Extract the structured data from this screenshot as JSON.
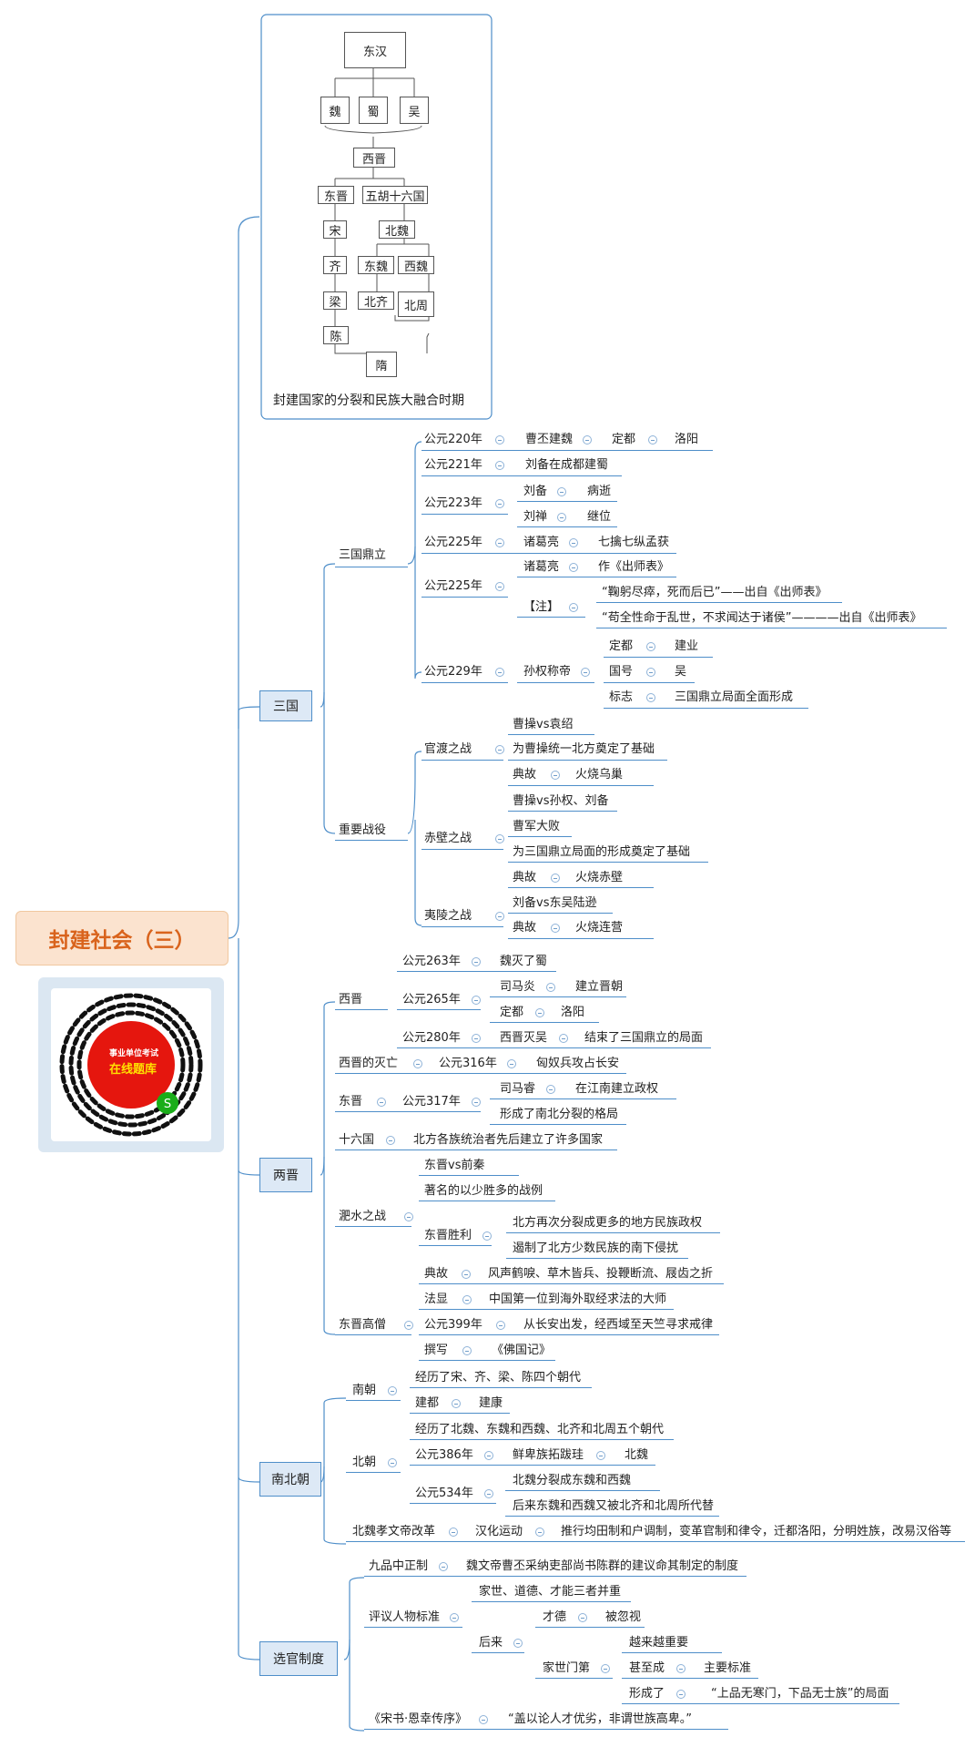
{
  "root": "封建社会（三）",
  "qr": {
    "line1": "事业单位考试",
    "line2": "在线题库"
  },
  "diagram": {
    "caption": "封建国家的分裂和民族大融合时期",
    "boxes": {
      "donghan": "东汉",
      "wei": "魏",
      "shu": "蜀",
      "wu": "吴",
      "xijin": "西晋",
      "dongjin": "东晋",
      "wuhu": "五胡十六国",
      "song": "宋",
      "beiwei": "北魏",
      "qi": "齐",
      "dongwei": "东魏",
      "xiwei": "西魏",
      "liang": "梁",
      "beiqi": "北齐",
      "beizhou": "北周",
      "chen": "陈",
      "sui": "隋"
    }
  },
  "branches": {
    "sanguo": "三国",
    "liangjin": "两晋",
    "nanbeichao": "南北朝",
    "xuanguan": "选官制度"
  },
  "sanguo": {
    "dingli": "三国鼎立",
    "y220": "公元220年",
    "caopi": "曹丕建魏",
    "dingdu": "定都",
    "luoyang": "洛阳",
    "y221": "公元221年",
    "liubei_sh": "刘备在成都建蜀",
    "y223": "公元223年",
    "liubei": "刘备",
    "bingshi": "病逝",
    "liushan": "刘禅",
    "jiwei": "继位",
    "y225a": "公元225年",
    "zhuge": "诸葛亮",
    "qiqin": "七擒七纵孟获",
    "y225b": "公元225年",
    "zhuge2": "诸葛亮",
    "zuo": "作《出师表》",
    "zhu": "【注】",
    "note1": "“鞠躬尽瘁，死而后已”——出自《出师表》",
    "note2": "“苟全性命于乱世，不求闻达于诸侯”————出自《出师表》",
    "y229": "公元229年",
    "sunquan": "孙权称帝",
    "dingdu2": "定都",
    "jianye": "建业",
    "guohao": "国号",
    "wu": "吴",
    "biaozhi": "标志",
    "xingcheng": "三国鼎立局面全面形成",
    "zhanyi": "重要战役",
    "guandu": "官渡之战",
    "gd1": "曹操vs袁绍",
    "gd2": "为曹操统一北方奠定了基础",
    "diangu": "典故",
    "gd3": "火烧乌巢",
    "chibi": "赤壁之战",
    "cb1": "曹操vs孙权、刘备",
    "cb2": "曹军大败",
    "cb3": "为三国鼎立局面的形成奠定了基础",
    "diangu2": "典故",
    "cb4": "火烧赤壁",
    "yiling": "夷陵之战",
    "yl1": "刘备vs东吴陆逊",
    "diangu3": "典故",
    "yl2": "火烧连营"
  },
  "liangjin": {
    "xijin": "西晋",
    "y263": "公元263年",
    "mieshu": "魏灭了蜀",
    "y265": "公元265年",
    "simayan": "司马炎",
    "jianjin": "建立晋朝",
    "dingdu": "定都",
    "luoyang": "洛阳",
    "y280": "公元280年",
    "miewu": "西晋灭吴",
    "jieshu": "结束了三国鼎立的局面",
    "miewang": "西晋的灭亡",
    "y316": "公元316年",
    "xiongnu": "匈奴兵攻占长安",
    "dongjin": "东晋",
    "y317": "公元317年",
    "simarui": "司马睿",
    "jiankang": "在江南建立政权",
    "nanbei": "形成了南北分裂的格局",
    "shiliu": "十六国",
    "sl1": "北方各族统治者先后建立了许多国家",
    "feishui": "淝水之战",
    "fs1": "东晋vs前秦",
    "fs2": "著名的以少胜多的战例",
    "shengli": "东晋胜利",
    "fs3": "北方再次分裂成更多的地方民族政权",
    "fs4": "遏制了北方少数民族的南下侵扰",
    "diangu": "典故",
    "fs5": "风声鹤唳、草木皆兵、投鞭断流、屐齿之折",
    "gaoseng": "东晋高僧",
    "faxian": "法显",
    "fx1": "中国第一位到海外取经求法的大师",
    "y399": "公元399年",
    "fx2": "从长安出发，经西域至天竺寻求戒律",
    "zhuanxie": "撰写",
    "foguo": "《佛国记》"
  },
  "nanbeichao": {
    "nanchao": "南朝",
    "nc1": "经历了宋、齐、梁、陈四个朝代",
    "jiandu": "建都",
    "jiankang": "建康",
    "beichao": "北朝",
    "bc1": "经历了北魏、东魏和西魏、北齐和北周五个朝代",
    "y386": "公元386年",
    "xianbei": "鲜卑族拓跋珪",
    "beiwei": "北魏",
    "y534": "公元534年",
    "bc2": "北魏分裂成东魏和西魏",
    "bc3": "后来东魏和西魏又被北齐和北周所代替",
    "xiaowen": "北魏孝文帝改革",
    "hanhua": "汉化运动",
    "gaige": "推行均田制和户调制，变革官制和律令，迁都洛阳，分明姓族，改易汉俗等"
  },
  "xuanguan": {
    "jiupin": "九品中正制",
    "jp1": "魏文帝曹丕采纳吏部尚书陈群的建议命其制定的制度",
    "pingyi": "评议人物标准",
    "py1": "家世、道德、才能三者并重",
    "houlai": "后来",
    "caide": "才德",
    "hushi": "被忽视",
    "jiashi": "家世门第",
    "yuelai": "越来越重要",
    "shenzhi": "甚至成",
    "zhuyao": "主要标准",
    "xingcheng": "形成了",
    "shangpin": "“上品无寒门，下品无士族”的局面",
    "songshu": "《宋书·恩幸传序》",
    "ss1": "“盖以论人才优劣，非谓世族高卑。”"
  }
}
